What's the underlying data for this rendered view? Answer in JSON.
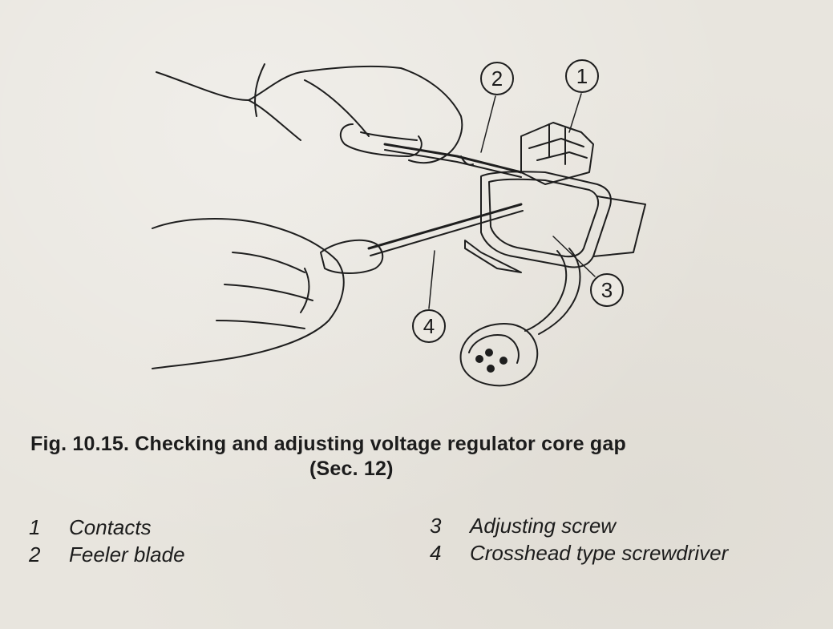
{
  "figure": {
    "caption_line1": "Fig. 10.15. Checking and adjusting voltage regulator core gap",
    "caption_line2": "(Sec. 12)"
  },
  "callouts": [
    "1",
    "2",
    "3",
    "4"
  ],
  "legend": [
    {
      "num": "1",
      "label": "Contacts"
    },
    {
      "num": "2",
      "label": "Feeler blade"
    },
    {
      "num": "3",
      "label": "Adjusting screw"
    },
    {
      "num": "4",
      "label": "Crosshead type screwdriver"
    }
  ]
}
